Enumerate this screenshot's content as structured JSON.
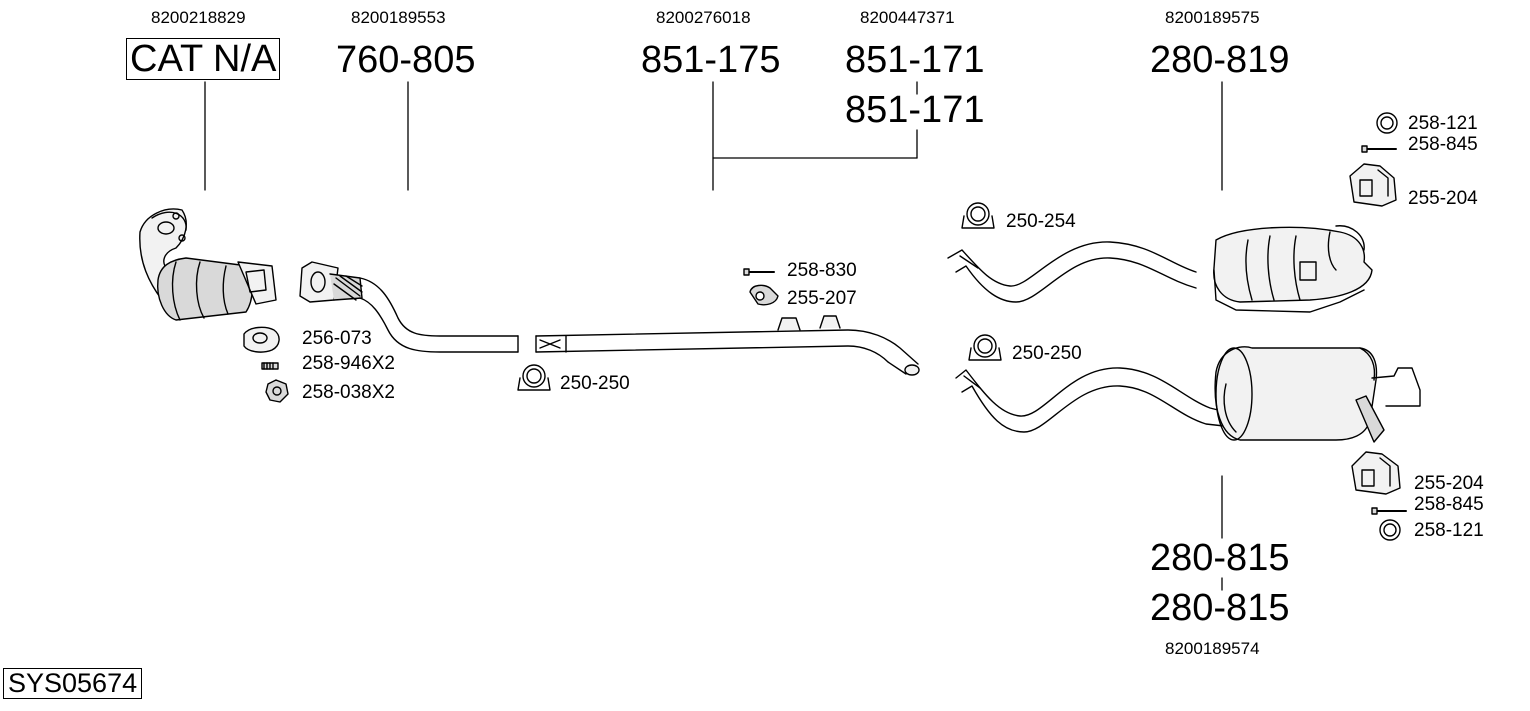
{
  "system_code": "SYS05674",
  "groups": [
    {
      "oem": "8200218829",
      "part": "CAT N/A"
    },
    {
      "oem": "8200189553",
      "part": "760-805"
    },
    {
      "oem": "8200276018",
      "part": "851-175"
    },
    {
      "oem": "8200447371",
      "part_1": "851-171",
      "part_2": "851-171"
    },
    {
      "oem": "8200189575",
      "part": "280-819"
    },
    {
      "oem": "8200189574",
      "part_1": "280-815",
      "part_2": "280-815"
    }
  ],
  "fittings": {
    "cat": [
      "256-073",
      "258-946X2",
      "258-038X2"
    ],
    "front_pipe": [
      "250-250"
    ],
    "center": [
      "258-830",
      "255-207"
    ],
    "rear_upper": [
      "250-254",
      "258-121",
      "258-845",
      "255-204"
    ],
    "rear_lower": [
      "250-250",
      "255-204",
      "258-845",
      "258-121"
    ]
  },
  "colors": {
    "line": "#000000",
    "fill_light": "#f2f2f2",
    "fill_mid": "#d9d9d9",
    "background": "#ffffff"
  }
}
